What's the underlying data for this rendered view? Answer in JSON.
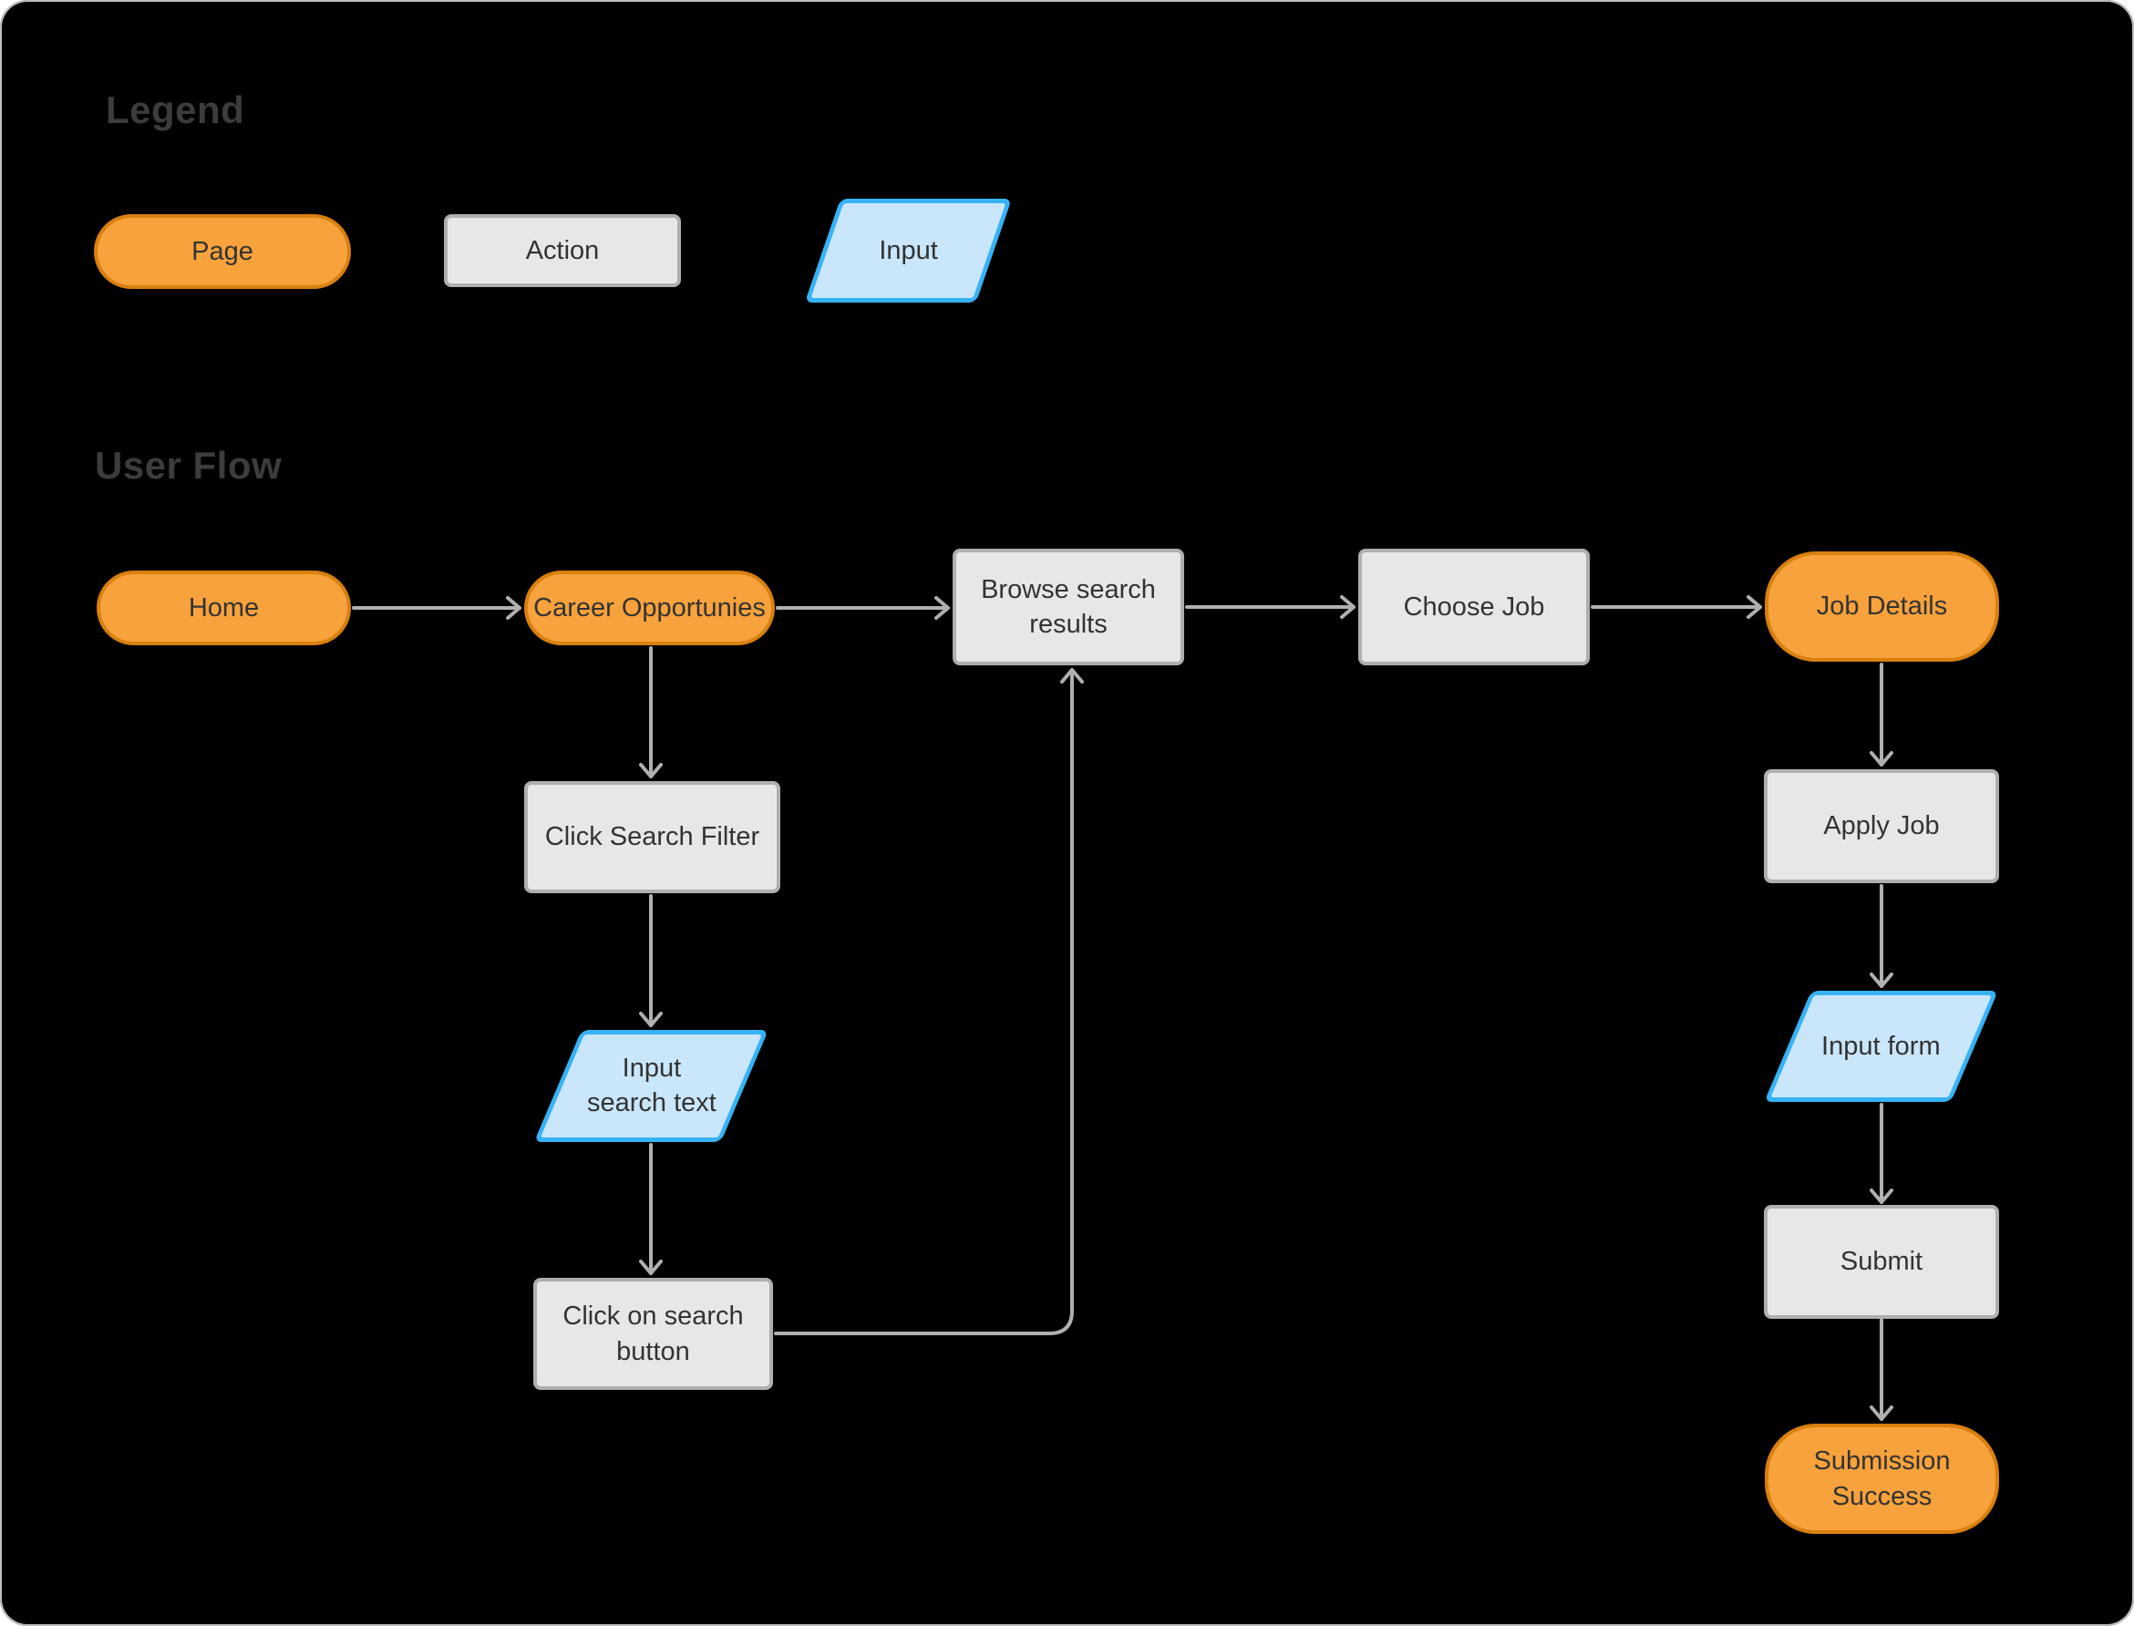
{
  "titles": {
    "legend": "Legend",
    "user_flow": "User Flow"
  },
  "legend": {
    "items": [
      {
        "type": "page",
        "label": "Page"
      },
      {
        "type": "action",
        "label": "Action"
      },
      {
        "type": "input",
        "label": "Input"
      }
    ]
  },
  "flow": {
    "nodes": [
      {
        "id": "home",
        "type": "page",
        "label": "Home"
      },
      {
        "id": "career",
        "type": "page",
        "label": "Career Opportunies"
      },
      {
        "id": "browse",
        "type": "action",
        "label": "Browse search\nresults"
      },
      {
        "id": "choose-job",
        "type": "action",
        "label": "Choose Job"
      },
      {
        "id": "job-details",
        "type": "page",
        "label": "Job Details"
      },
      {
        "id": "click-search-filter",
        "type": "action",
        "label": "Click Search Filter"
      },
      {
        "id": "input-search-text",
        "type": "input",
        "label": "Input\nsearch text"
      },
      {
        "id": "click-search-button",
        "type": "action",
        "label": "Click on search\nbutton"
      },
      {
        "id": "apply-job",
        "type": "action",
        "label": "Apply Job"
      },
      {
        "id": "input-form",
        "type": "input",
        "label": "Input form"
      },
      {
        "id": "submit",
        "type": "action",
        "label": "Submit"
      },
      {
        "id": "submission-success",
        "type": "page",
        "label": "Submission\nSuccess"
      }
    ],
    "edges": [
      [
        "home",
        "career"
      ],
      [
        "career",
        "browse"
      ],
      [
        "browse",
        "choose-job"
      ],
      [
        "choose-job",
        "job-details"
      ],
      [
        "career",
        "click-search-filter"
      ],
      [
        "click-search-filter",
        "input-search-text"
      ],
      [
        "input-search-text",
        "click-search-button"
      ],
      [
        "click-search-button",
        "browse"
      ],
      [
        "job-details",
        "apply-job"
      ],
      [
        "apply-job",
        "input-form"
      ],
      [
        "input-form",
        "submit"
      ],
      [
        "submit",
        "submission-success"
      ]
    ]
  },
  "colors": {
    "canvas_bg": "#000000",
    "page_fill": "#F7A23C",
    "page_stroke": "#D9800E",
    "action_fill": "#E7E7E7",
    "action_stroke": "#AFAFAF",
    "input_fill": "#C9E6FA",
    "input_stroke": "#36B3F6",
    "arrow": "#B0B0B0",
    "node_text": "#333333",
    "title_text": "#3C3C3C"
  }
}
